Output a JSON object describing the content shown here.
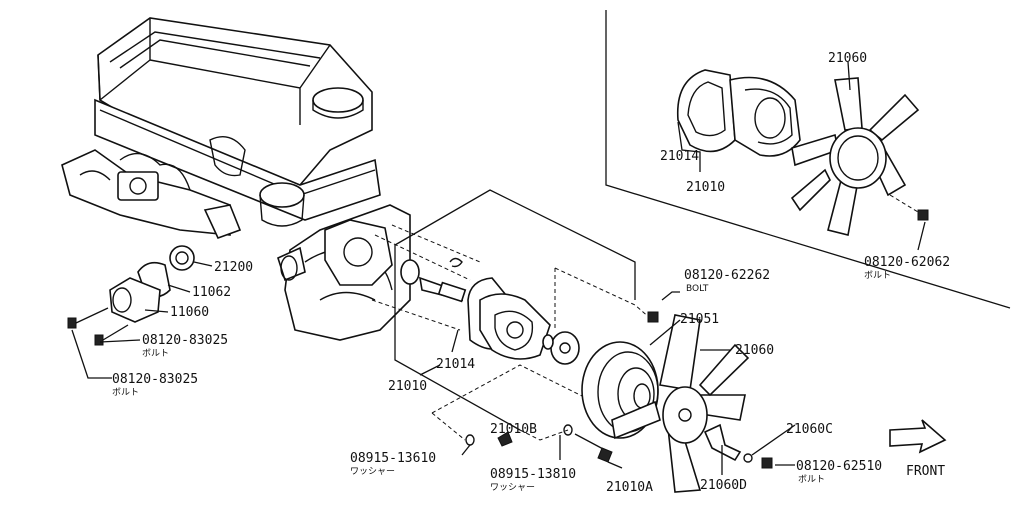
{
  "diagram": {
    "labels": {
      "p21200": "21200",
      "p11062": "11062",
      "p11060": "11060",
      "bolt83025a": "08120-83025",
      "bolt83025a_sub": "ボルト",
      "bolt83025b": "08120-83025",
      "bolt83025b_sub": "ボルト",
      "p21014": "21014",
      "p21010": "21010",
      "p21010B": "21010B",
      "washer13610": "08915-13610",
      "washer13610_sub": "ワッシャー",
      "washer13810": "08915-13810",
      "washer13810_sub": "ワッシャー",
      "p21010A": "21010A",
      "bolt62262": "08120-62262",
      "bolt62262_sub": "BOLT",
      "p21051": "21051",
      "p21060": "21060",
      "p21060C": "21060C",
      "p21060D": "21060D",
      "bolt62510": "08120-62510",
      "bolt62510_sub": "ボルト",
      "front": "FRONT",
      "inset21060": "21060",
      "inset21014": "21014",
      "inset21010": "21010",
      "bolt62062": "08120-62062",
      "bolt62062_sub": "ボルト"
    }
  }
}
